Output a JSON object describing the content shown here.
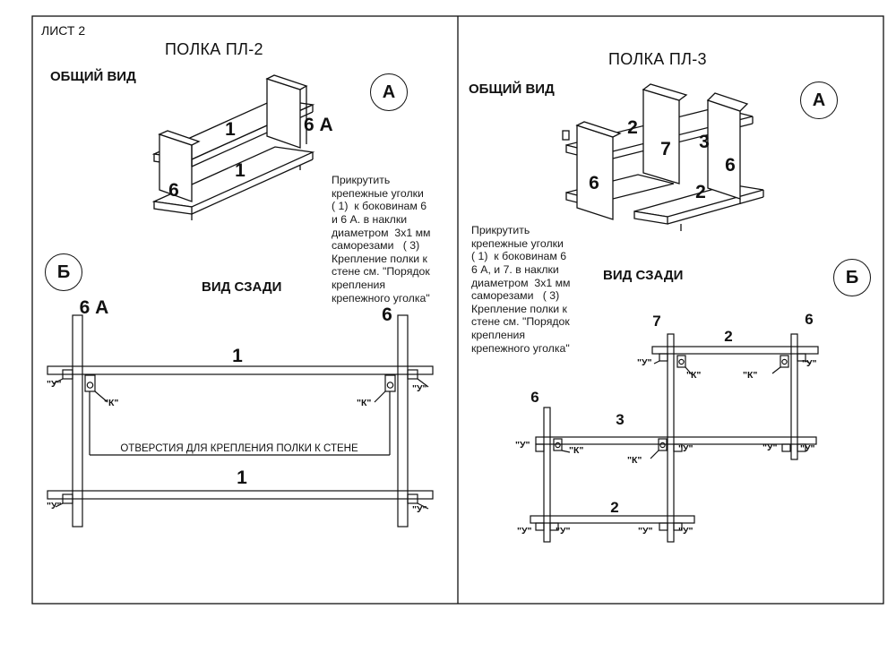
{
  "sheet": {
    "label": "ЛИСТ 2"
  },
  "left": {
    "title": "ПОЛКА ПЛ-2",
    "general_view": "ОБЩИЙ ВИД",
    "back_view": "ВИД СЗАДИ",
    "circle_a": "А",
    "circle_b": "Б",
    "parts": {
      "shelf": "1",
      "side": "6",
      "side_a": "6 А"
    },
    "note_lines": [
      "Прикрутить",
      "крепежные уголки",
      "( 1)  к боковинам 6",
      "и 6 А. в наклки",
      "диаметром  3х1 мм",
      "саморезами   ( 3)",
      "Крепление полки к",
      "стене см. \"Порядок",
      "крепления",
      "крепежного уголка\""
    ],
    "holes_caption": "ОТВЕРСТИЯ ДЛЯ КРЕПЛЕНИЯ ПОЛКИ К СТЕНЕ",
    "mark_u": "\"У\"",
    "mark_k": "\"К\""
  },
  "right": {
    "title": "ПОЛКА ПЛ-3",
    "general_view": "ОБЩИЙ ВИД",
    "back_view": "ВИД СЗАДИ",
    "circle_a": "А",
    "circle_b": "Б",
    "parts": {
      "p2": "2",
      "p3": "3",
      "p6": "6",
      "p7": "7"
    },
    "note_lines": [
      "Прикрутить",
      "крепежные уголки",
      "( 1)  к боковинам 6",
      "6 А, и 7. в наклки",
      "диаметром  3х1 мм",
      "саморезами   ( 3)",
      "Крепление полки к",
      "стене см. \"Порядок",
      "крепления",
      "крепежного уголка\""
    ],
    "mark_u": "\"У\"",
    "mark_k": "\"К\""
  }
}
